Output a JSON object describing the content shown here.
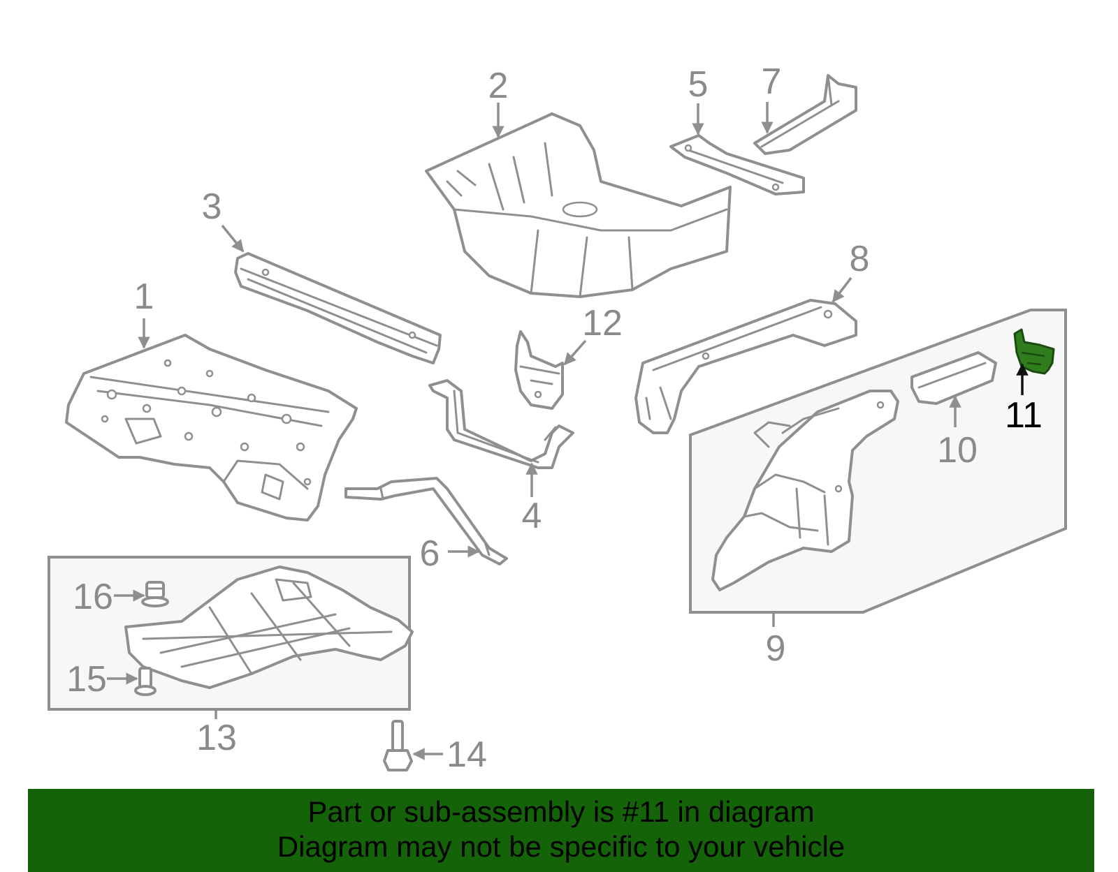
{
  "diagram": {
    "callouts": [
      "1",
      "2",
      "3",
      "4",
      "5",
      "6",
      "7",
      "8",
      "9",
      "10",
      "11",
      "12",
      "13",
      "14",
      "15",
      "16"
    ],
    "highlighted_callout": "11",
    "highlight_color": "#2f7d1c"
  },
  "banner": {
    "line1": "Part or sub-assembly is #11 in diagram",
    "line2": "Diagram may not be specific to your vehicle",
    "background_color": "#156308"
  }
}
